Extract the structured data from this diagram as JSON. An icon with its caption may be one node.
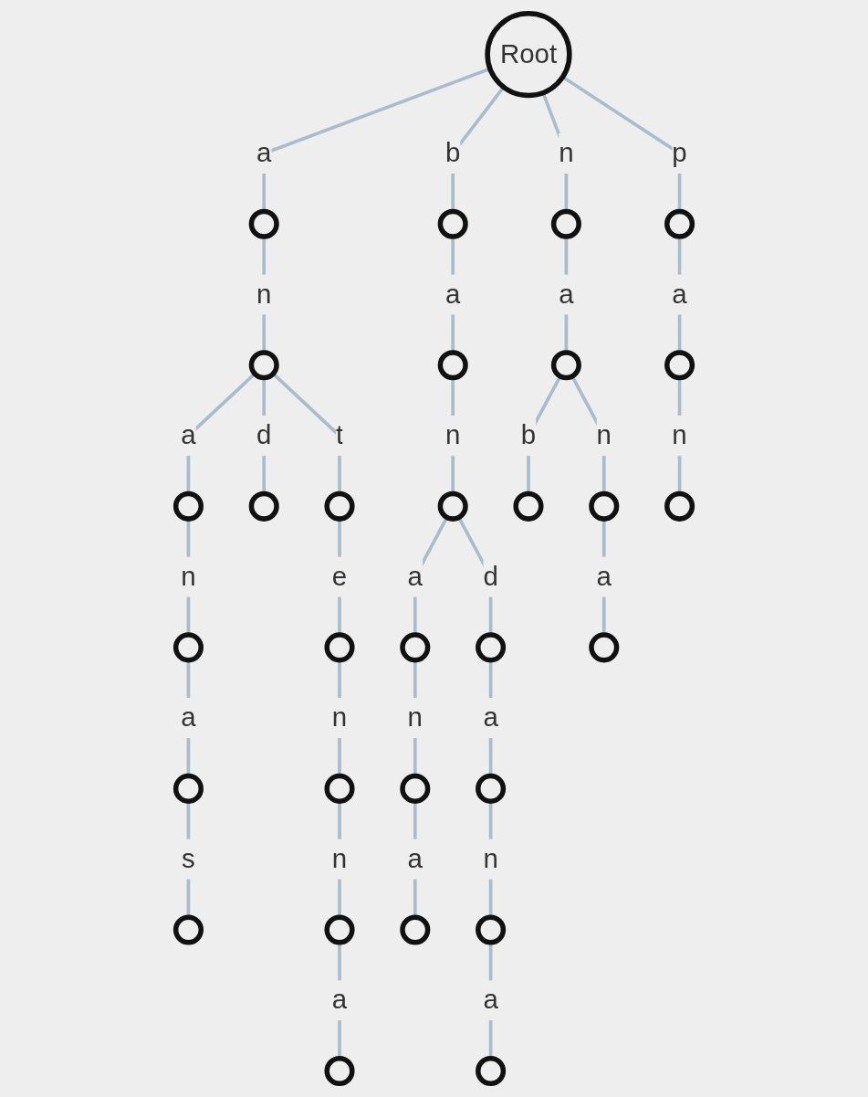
{
  "diagram": {
    "nodes": [
      {
        "text": [
          "Root"
        ]
      },
      {
        "text": [],
        "shape": "circle"
      },
      {
        "text": [],
        "shape": "circle"
      },
      {
        "text": [],
        "shape": "circle"
      },
      {
        "text": [],
        "shape": "circle"
      },
      {
        "text": [],
        "shape": "circle"
      },
      {
        "text": [],
        "shape": "circle"
      },
      {
        "text": [],
        "shape": "circle"
      },
      {
        "text": [],
        "shape": "circle"
      },
      {
        "text": [],
        "shape": "circle"
      },
      {
        "text": [],
        "shape": "circle"
      },
      {
        "text": [],
        "shape": "circle"
      },
      {
        "text": [],
        "shape": "circle"
      },
      {
        "text": [],
        "shape": "circle"
      },
      {
        "text": [],
        "shape": "circle"
      },
      {
        "text": [],
        "shape": "circle"
      },
      {
        "text": [],
        "shape": "circle"
      },
      {
        "text": [],
        "shape": "circle"
      },
      {
        "text": [],
        "shape": "circle"
      },
      {
        "text": [],
        "shape": "circle"
      },
      {
        "text": [],
        "shape": "circle"
      },
      {
        "text": [],
        "shape": "circle"
      },
      {
        "text": [],
        "shape": "circle"
      },
      {
        "text": [],
        "shape": "circle"
      },
      {
        "text": [],
        "shape": "circle"
      },
      {
        "text": [],
        "shape": "circle"
      },
      {
        "text": [],
        "shape": "circle"
      },
      {
        "text": [],
        "shape": "circle"
      },
      {
        "text": [],
        "shape": "circle"
      },
      {
        "text": [],
        "shape": "circle"
      },
      {
        "text": [],
        "shape": "circle"
      }
    ],
    "edges": [
      {
        "from": 0,
        "to": 1,
        "arrow": "none",
        "label": "a"
      },
      {
        "from": 0,
        "to": 2,
        "arrow": "none",
        "label": "b"
      },
      {
        "from": 0,
        "to": 3,
        "arrow": "none",
        "label": "n"
      },
      {
        "from": 0,
        "to": 4,
        "arrow": "none",
        "label": "p"
      },
      {
        "from": 1,
        "to": 5,
        "arrow": "none",
        "label": "n"
      },
      {
        "from": 2,
        "to": 6,
        "arrow": "none",
        "label": "a"
      },
      {
        "from": 3,
        "to": 7,
        "arrow": "none",
        "label": "a"
      },
      {
        "from": 4,
        "to": 8,
        "arrow": "none",
        "label": "a"
      },
      {
        "from": 5,
        "to": 9,
        "arrow": "none",
        "label": "a"
      },
      {
        "from": 5,
        "to": 10,
        "arrow": "none",
        "label": "d"
      },
      {
        "from": 5,
        "to": 11,
        "arrow": "none",
        "label": "t"
      },
      {
        "from": 6,
        "to": 12,
        "arrow": "none",
        "label": "n"
      },
      {
        "from": 7,
        "to": 13,
        "arrow": "none",
        "label": "b"
      },
      {
        "from": 7,
        "to": 14,
        "arrow": "none",
        "label": "n"
      },
      {
        "from": 8,
        "to": 15,
        "arrow": "none",
        "label": "n"
      },
      {
        "from": 9,
        "to": 16,
        "arrow": "none",
        "label": "n"
      },
      {
        "from": 11,
        "to": 17,
        "arrow": "none",
        "label": "e"
      },
      {
        "from": 12,
        "to": 18,
        "arrow": "none",
        "label": "a"
      },
      {
        "from": 12,
        "to": 19,
        "arrow": "none",
        "label": "d"
      },
      {
        "from": 14,
        "to": 20,
        "arrow": "none",
        "label": "a"
      },
      {
        "from": 16,
        "to": 21,
        "arrow": "none",
        "label": "a"
      },
      {
        "from": 17,
        "to": 22,
        "arrow": "none",
        "label": "n"
      },
      {
        "from": 18,
        "to": 23,
        "arrow": "none",
        "label": "n"
      },
      {
        "from": 19,
        "to": 24,
        "arrow": "none",
        "label": "a"
      },
      {
        "from": 21,
        "to": 25,
        "arrow": "none",
        "label": "s"
      },
      {
        "from": 22,
        "to": 26,
        "arrow": "none",
        "label": "n"
      },
      {
        "from": 23,
        "to": 27,
        "arrow": "none",
        "label": "a"
      },
      {
        "from": 24,
        "to": 28,
        "arrow": "none",
        "label": "n"
      },
      {
        "from": 26,
        "to": 29,
        "arrow": "none",
        "label": "a"
      },
      {
        "from": 28,
        "to": 30,
        "arrow": "none",
        "label": "a"
      }
    ]
  }
}
